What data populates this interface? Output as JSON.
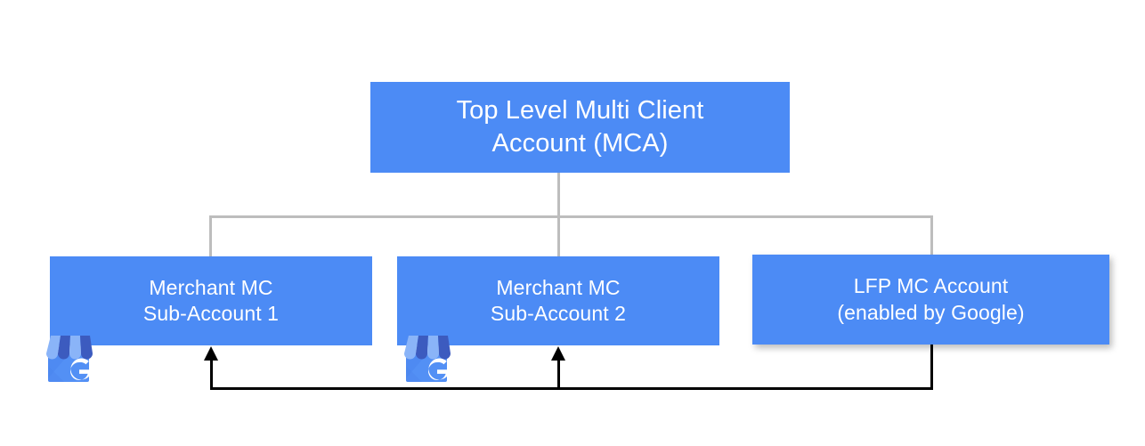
{
  "diagram": {
    "title": "Multi Client Account hierarchy",
    "colors": {
      "node_blue": "#4c8bf5",
      "node_text": "#ffffff",
      "hierarchy_connector": "#bdbdbd",
      "flow_arrow": "#000000",
      "background": "#ffffff"
    },
    "nodes": [
      {
        "id": "mca",
        "label": "Top Level Multi Client\nAccount (MCA)",
        "level": "root"
      },
      {
        "id": "sub1",
        "label": "Merchant MC\nSub-Account 1",
        "level": "child",
        "icon": "google-my-business-icon"
      },
      {
        "id": "sub2",
        "label": "Merchant MC\nSub-Account 2",
        "level": "child",
        "icon": "google-my-business-icon"
      },
      {
        "id": "lfp",
        "label": "LFP MC Account\n(enabled by Google)",
        "level": "child"
      }
    ],
    "connectors": {
      "hierarchy": "MCA branches to Merchant MC Sub-Account 1, Merchant MC Sub-Account 2 and LFP MC Account",
      "flow": "LFP MC Account feeds into Merchant MC Sub-Account 1 and Merchant MC Sub-Account 2"
    }
  }
}
